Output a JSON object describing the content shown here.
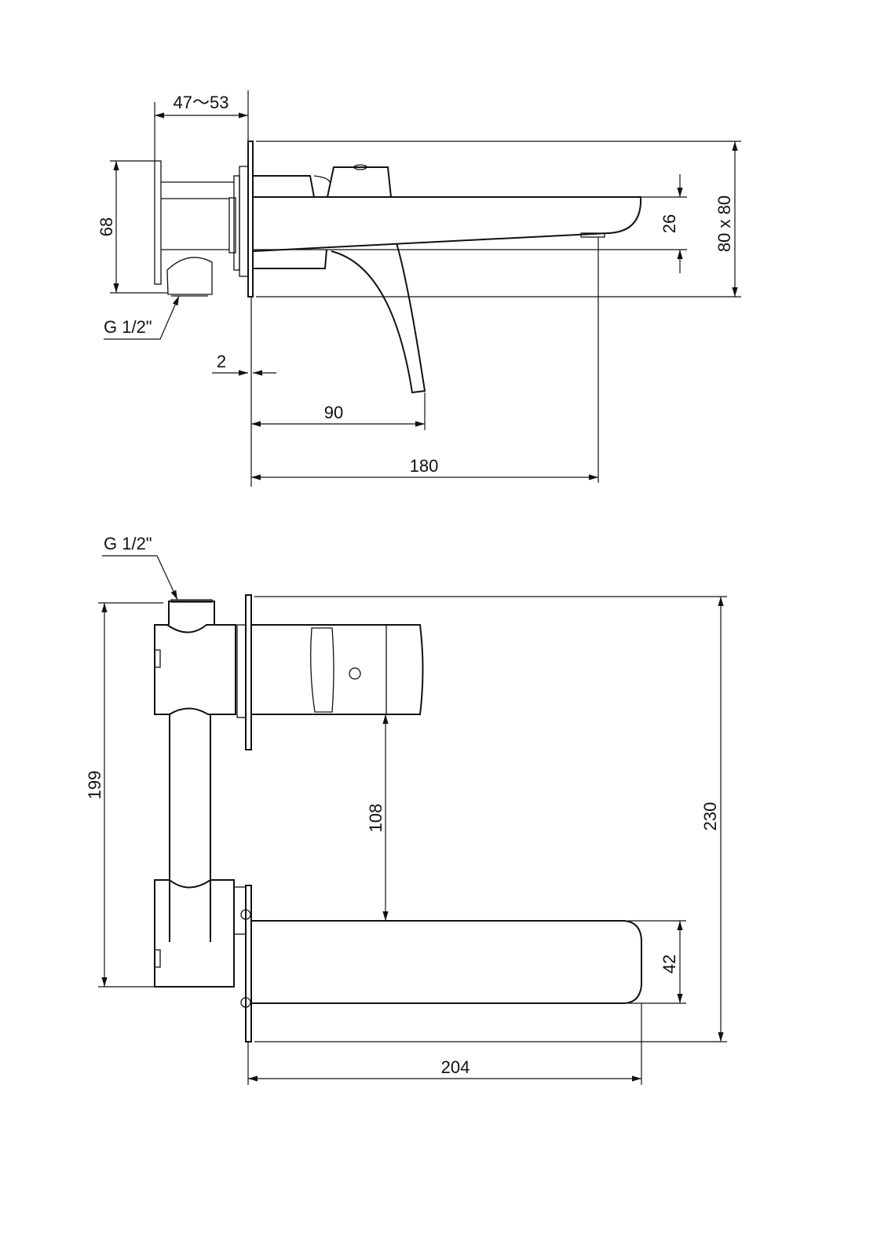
{
  "views": {
    "side": {
      "dims": {
        "mount_depth": "47～53",
        "inlet_height": "68",
        "inlet_thread": "G 1/2\"",
        "plate_thickness": "2",
        "lever_reach": "90",
        "spout_reach": "180",
        "spout_height": "26",
        "plate_size": "80 x 80"
      }
    },
    "front": {
      "dims": {
        "inlet_thread": "G 1/2\"",
        "body_height": "199",
        "clearance": "108",
        "total_height": "230",
        "spout_width": "42",
        "spout_length": "204"
      }
    }
  }
}
